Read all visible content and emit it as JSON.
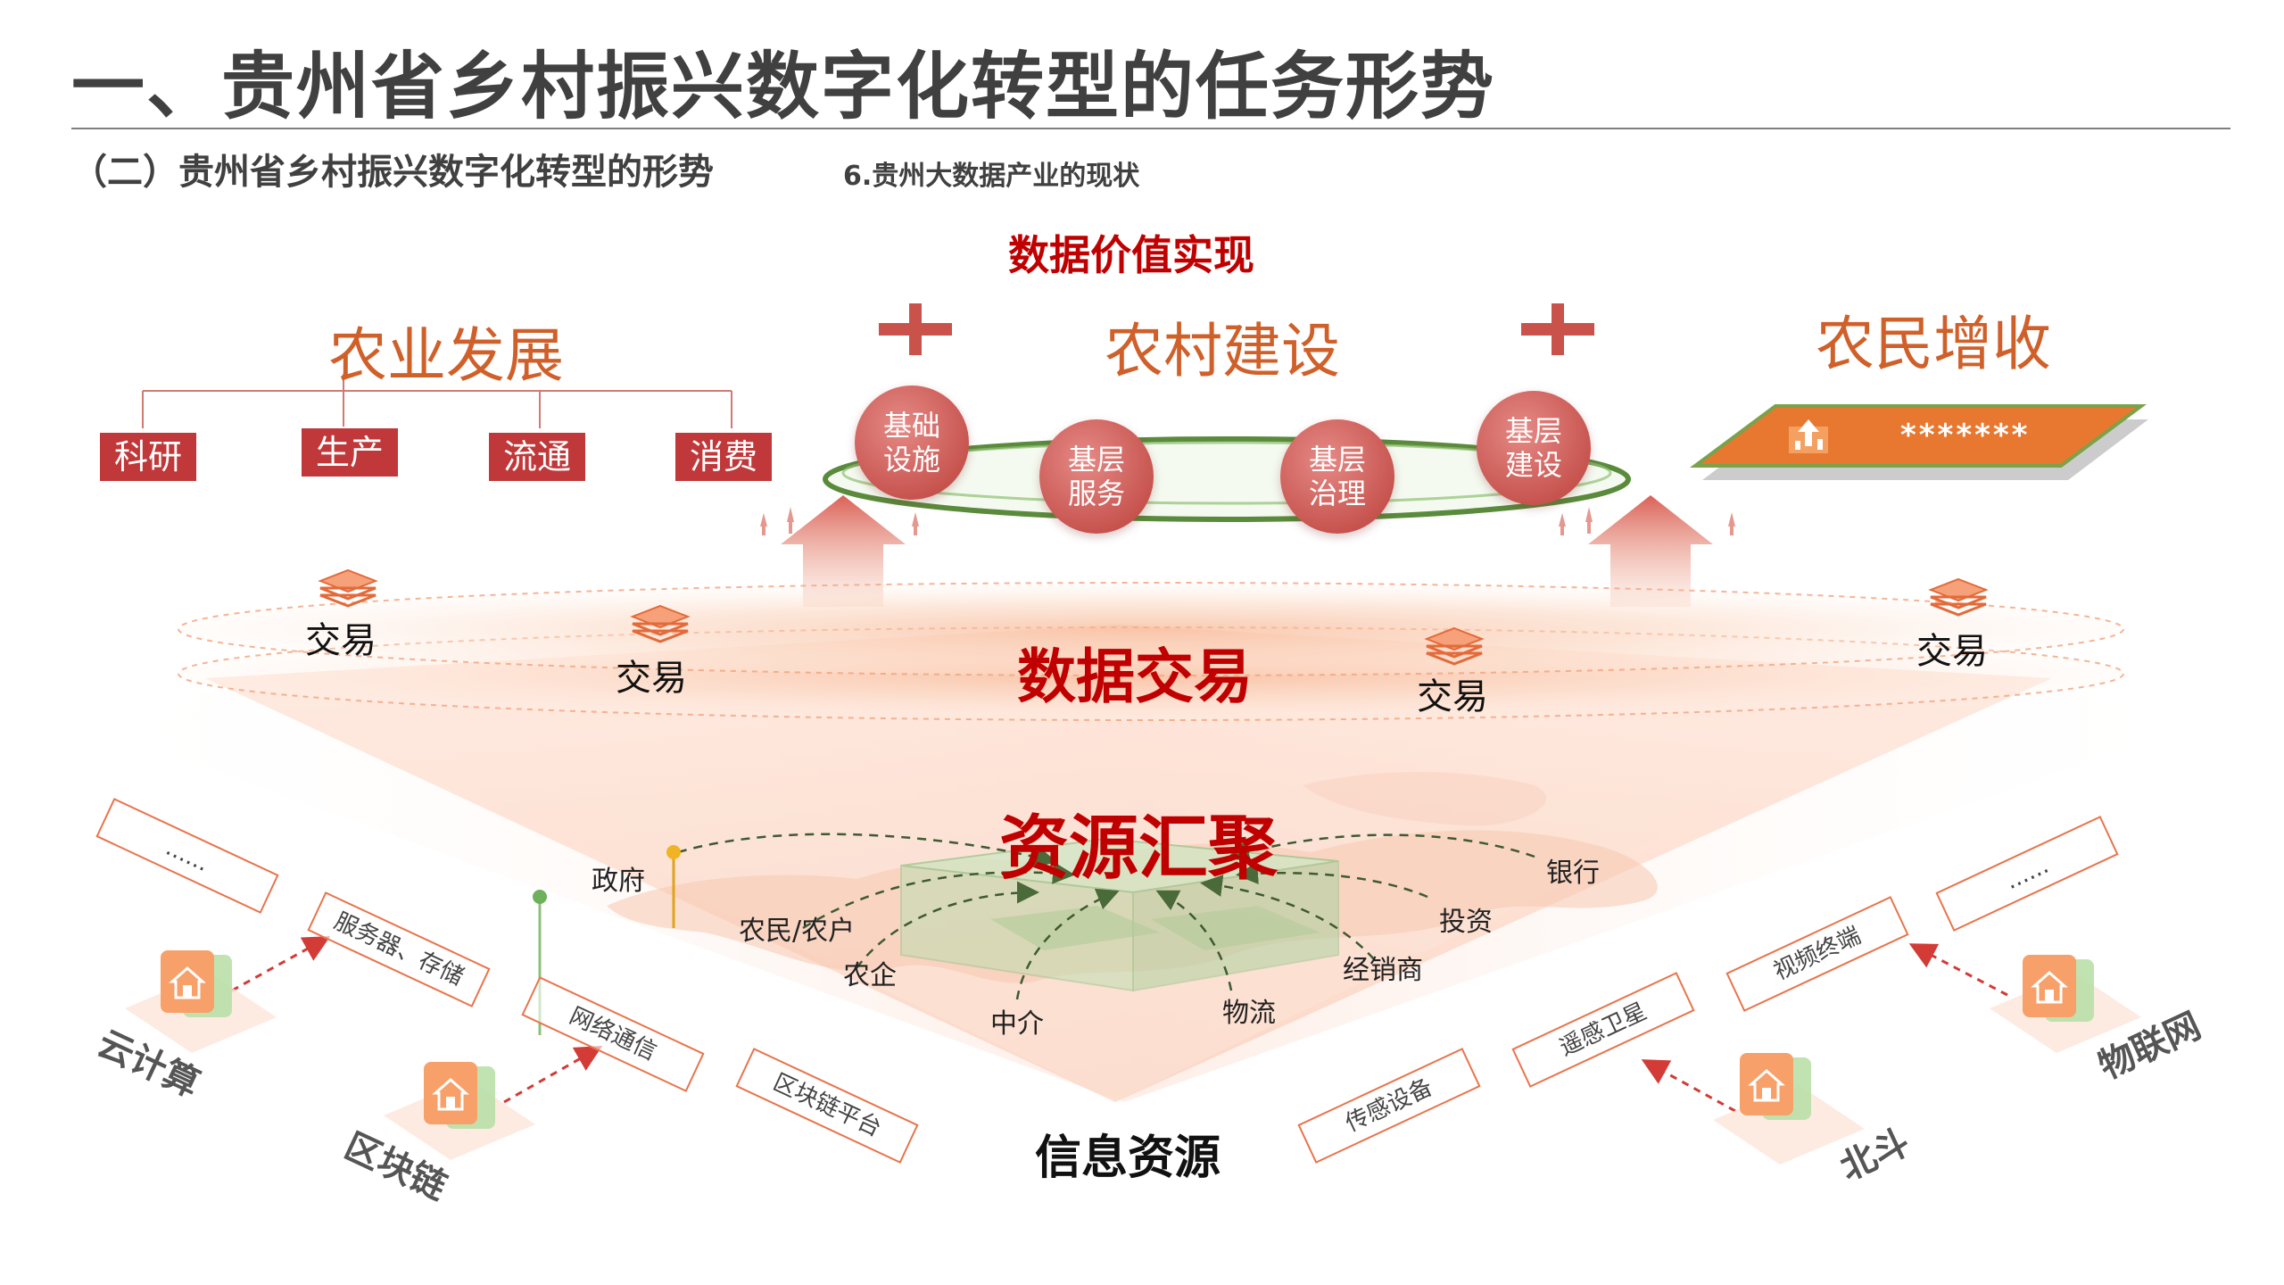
{
  "header": {
    "title": "一、贵州省乡村振兴数字化转型的任务形势",
    "subtitle": "（二）贵州省乡村振兴数字化转型的形势",
    "subtitle_note": "6.贵州大数据产业的现状"
  },
  "value_realization": {
    "heading": "数据价值实现",
    "agriculture": {
      "title": "农业发展",
      "items": [
        "科研",
        "生产",
        "流通",
        "消费"
      ]
    },
    "rural": {
      "title": "农村建设",
      "items": [
        "基础\n设施",
        "基层\n服务",
        "基层\n治理",
        "基层\n建设"
      ]
    },
    "farmer": {
      "title": "农民增收",
      "placeholder": "*******"
    }
  },
  "data_trading": {
    "heading": "数据交易",
    "nodes": [
      "交易",
      "交易",
      "交易",
      "交易"
    ]
  },
  "resource_aggregation": {
    "heading": "资源汇聚",
    "actors": [
      "政府",
      "农民/农户",
      "农企",
      "中介",
      "物流",
      "经销商",
      "投资",
      "银行"
    ]
  },
  "information_resources": {
    "heading": "信息资源",
    "left_tags": [
      "......",
      "服务器、存储",
      "网络通信",
      "区块链平台"
    ],
    "right_tags": [
      "......",
      "视频终端",
      "遥感卫星",
      "传感设备"
    ],
    "technologies": [
      "云计算",
      "区块链",
      "北斗",
      "物联网"
    ]
  },
  "colors": {
    "accent_red": "#c00000",
    "orange": "#d0602a",
    "box_red": "#c0383a",
    "ring_green": "#5a8a3c"
  }
}
